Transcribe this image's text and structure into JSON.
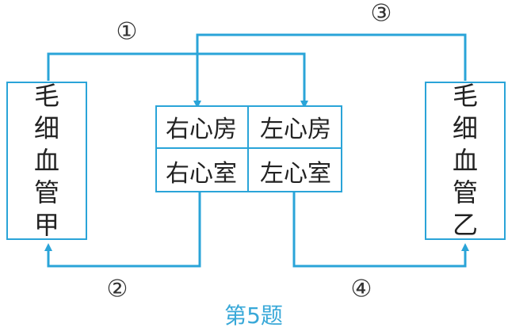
{
  "capillary_a": {
    "label": "毛细血管甲"
  },
  "capillary_b": {
    "label": "毛细血管乙"
  },
  "heart": {
    "right_atrium": "右心房",
    "left_atrium": "左心房",
    "right_ventricle": "右心室",
    "left_ventricle": "左心室"
  },
  "paths": {
    "p1": "①",
    "p2": "②",
    "p3": "③",
    "p4": "④"
  },
  "caption": "第5题",
  "colors": {
    "line": "#2aa4d8",
    "caption": "#38a8d8"
  }
}
